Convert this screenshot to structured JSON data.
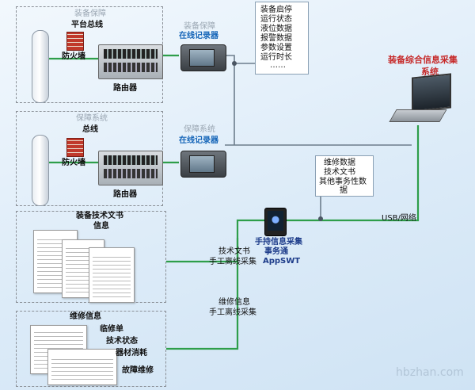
{
  "group1": {
    "title": "装备保障",
    "bus_label": "平台总线",
    "firewall_label": "防火墙",
    "router_label": "路由器"
  },
  "group2": {
    "title": "保障系统",
    "bus_label": "总线",
    "firewall_label": "防火墙",
    "router_label": "路由器"
  },
  "recorder1": {
    "name": "装备保障",
    "label": "在线记录器"
  },
  "recorder2": {
    "name": "保障系统",
    "label": "在线记录器"
  },
  "callout1": {
    "items": [
      "装备启停",
      "运行状态",
      "液位数据",
      "报警数据",
      "参数设置",
      "运行时长",
      "……"
    ]
  },
  "callout2": {
    "items": [
      "维修数据",
      "技术文书",
      "其他事务性数",
      "据"
    ]
  },
  "system": {
    "title_line1": "装备综合信息采集",
    "title_line2": "系统"
  },
  "handheld": {
    "line1": "手持信息采集",
    "line2": "事务通",
    "line3": "AppSWT"
  },
  "link_label": "USB/网络",
  "tech_docs": {
    "title_line1": "装备技术文书",
    "title_line2": "信息",
    "flow_line1": "技术文书",
    "flow_line2": "手工离线采集"
  },
  "maintenance": {
    "title": "维修信息",
    "items": [
      "临修单",
      "技术状态",
      "器材消耗",
      "故障维修"
    ],
    "flow_line1": "维修信息",
    "flow_line2": "手工离线采集"
  },
  "colors": {
    "link": "#2e9e4a",
    "title": "#c62828",
    "label": "#1565b8"
  },
  "watermark": "hbzhan.com"
}
